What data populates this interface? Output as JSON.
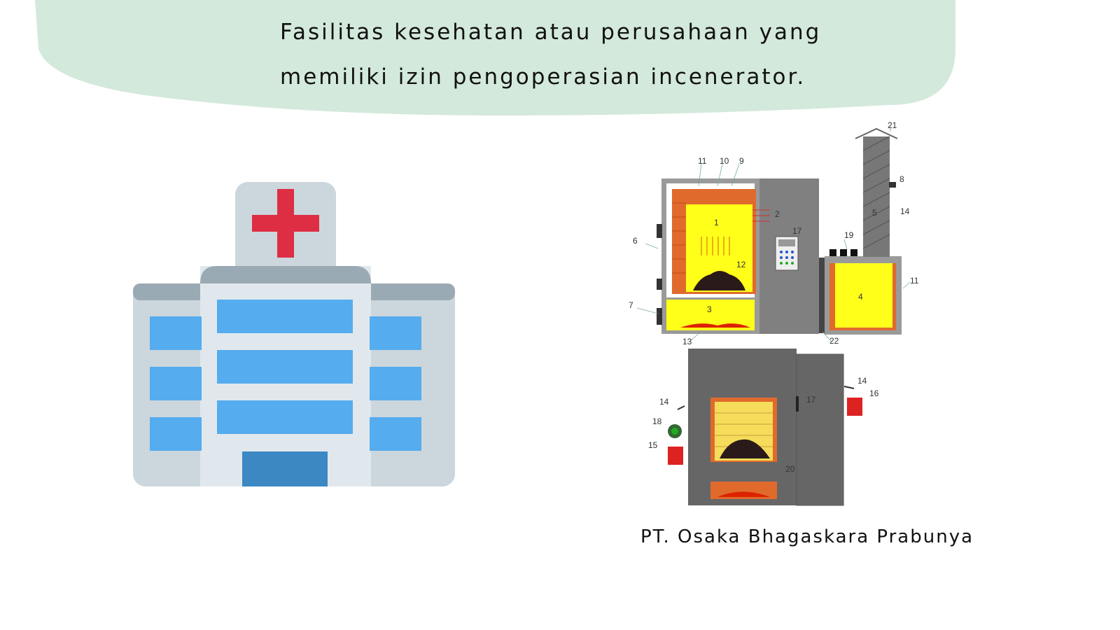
{
  "banner": {
    "line1": "Fasilitas kesehatan atau perusahaan yang",
    "line2": "memiliki izin pengoperasian incenerator.",
    "background_color": "#d3e9db"
  },
  "hospital": {
    "cross_color": "#dd2e44",
    "window_color": "#55acee",
    "door_color": "#3b88c3"
  },
  "diagram": {
    "labels": {
      "l1": "1",
      "l2": "2",
      "l3": "3",
      "l4": "4",
      "l5": "5",
      "l6": "6",
      "l7": "7",
      "l8": "8",
      "l9": "9",
      "l10": "10",
      "l11a": "11",
      "l11b": "11",
      "l12": "12",
      "l13": "13",
      "l14a": "14",
      "l14b": "14",
      "l14c": "14",
      "l15": "15",
      "l16": "16",
      "l17a": "17",
      "l17b": "17",
      "l18": "18",
      "l19": "19",
      "l20": "20",
      "l21": "21",
      "l22": "22"
    }
  },
  "caption": "PT. Osaka Bhagaskara Prabunya"
}
